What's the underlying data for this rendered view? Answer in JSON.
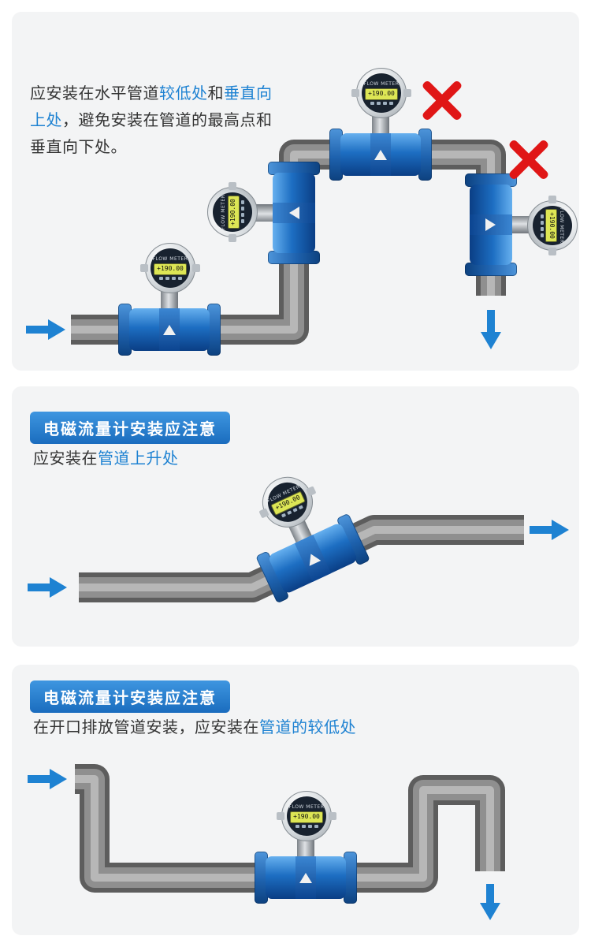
{
  "colors": {
    "accent_blue": "#1e82d2",
    "error_red": "#e01616",
    "pipe_gray": "#8a8a8a",
    "meter_blue": "#1d6ec2",
    "panel_bg": "#f3f4f5"
  },
  "panel1": {
    "segments": [
      "应安装在水平管道",
      "较低处",
      "和",
      "垂直向上处",
      "，避免安装在管道的最高点和垂直向下处。"
    ]
  },
  "panel2": {
    "badge": "电磁流量计安装应注意",
    "segments": [
      "应安装在",
      "管道上升处"
    ]
  },
  "panel3": {
    "badge": "电磁流量计安装应注意",
    "segments": [
      "在开口排放管道安装，应安装在",
      "管道的较低处"
    ]
  },
  "meter": {
    "brand": "FLOW METER",
    "reading": "+190.00"
  }
}
